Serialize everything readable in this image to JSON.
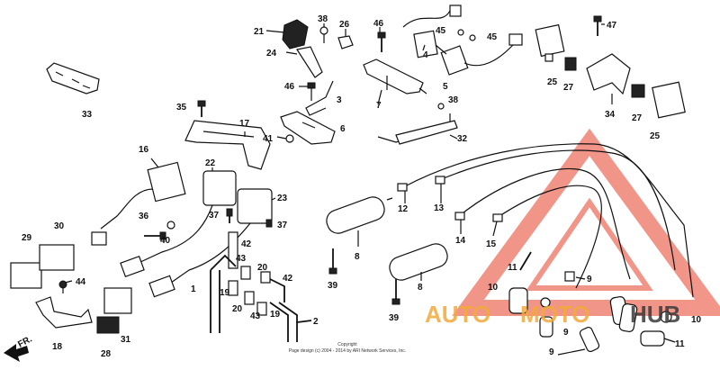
{
  "diagram": {
    "callouts": [
      {
        "id": "c21",
        "text": "21"
      },
      {
        "id": "c38a",
        "text": "38"
      },
      {
        "id": "c26",
        "text": "26"
      },
      {
        "id": "c46a",
        "text": "46"
      },
      {
        "id": "c45a",
        "text": "45"
      },
      {
        "id": "c45b",
        "text": "45"
      },
      {
        "id": "c47",
        "text": "47"
      },
      {
        "id": "c24",
        "text": "24"
      },
      {
        "id": "c4",
        "text": "4"
      },
      {
        "id": "c25a",
        "text": "25"
      },
      {
        "id": "c27a",
        "text": "27"
      },
      {
        "id": "c33",
        "text": "33"
      },
      {
        "id": "c46b",
        "text": "46"
      },
      {
        "id": "c5",
        "text": "5"
      },
      {
        "id": "c3",
        "text": "3"
      },
      {
        "id": "c7",
        "text": "7"
      },
      {
        "id": "c38b",
        "text": "38"
      },
      {
        "id": "c34",
        "text": "34"
      },
      {
        "id": "c27b",
        "text": "27"
      },
      {
        "id": "c25b",
        "text": "25"
      },
      {
        "id": "c35",
        "text": "35"
      },
      {
        "id": "c17",
        "text": "17"
      },
      {
        "id": "c6",
        "text": "6"
      },
      {
        "id": "c41",
        "text": "41"
      },
      {
        "id": "c32",
        "text": "32"
      },
      {
        "id": "c16",
        "text": "16"
      },
      {
        "id": "c22",
        "text": "22"
      },
      {
        "id": "c23",
        "text": "23"
      },
      {
        "id": "c12",
        "text": "12"
      },
      {
        "id": "c13",
        "text": "13"
      },
      {
        "id": "c36",
        "text": "36"
      },
      {
        "id": "c37a",
        "text": "37"
      },
      {
        "id": "c37b",
        "text": "37"
      },
      {
        "id": "c30",
        "text": "30"
      },
      {
        "id": "c40",
        "text": "40"
      },
      {
        "id": "c29",
        "text": "29"
      },
      {
        "id": "c42a",
        "text": "42"
      },
      {
        "id": "c8a",
        "text": "8"
      },
      {
        "id": "c14",
        "text": "14"
      },
      {
        "id": "c15",
        "text": "15"
      },
      {
        "id": "c44",
        "text": "44"
      },
      {
        "id": "c43a",
        "text": "43"
      },
      {
        "id": "c20a",
        "text": "20"
      },
      {
        "id": "c42b",
        "text": "42"
      },
      {
        "id": "c1",
        "text": "1"
      },
      {
        "id": "c19a",
        "text": "19"
      },
      {
        "id": "c39a",
        "text": "39"
      },
      {
        "id": "c11a",
        "text": "11"
      },
      {
        "id": "c9a",
        "text": "9"
      },
      {
        "id": "c8b",
        "text": "8"
      },
      {
        "id": "c10a",
        "text": "10"
      },
      {
        "id": "c20b",
        "text": "20"
      },
      {
        "id": "c43b",
        "text": "43"
      },
      {
        "id": "c19b",
        "text": "19"
      },
      {
        "id": "c2",
        "text": "2"
      },
      {
        "id": "c31",
        "text": "31"
      },
      {
        "id": "c18",
        "text": "18"
      },
      {
        "id": "c28",
        "text": "28"
      },
      {
        "id": "c39b",
        "text": "39"
      },
      {
        "id": "c9b",
        "text": "9"
      },
      {
        "id": "c9c",
        "text": "9"
      },
      {
        "id": "c10b",
        "text": "10"
      },
      {
        "id": "c11b",
        "text": "11"
      }
    ],
    "direction_label": "FR.",
    "copyright_line1": "Copyright",
    "copyright_line2": "Page design (c) 2004 - 2014 by ARI Network Services, Inc.",
    "watermark": {
      "word1": "AUTO",
      "word2": "MOTO",
      "word3": "HUB",
      "color_primary": "#e8402a",
      "color_secondary": "#f2a93a",
      "color_dark": "#3a3a3a"
    }
  }
}
